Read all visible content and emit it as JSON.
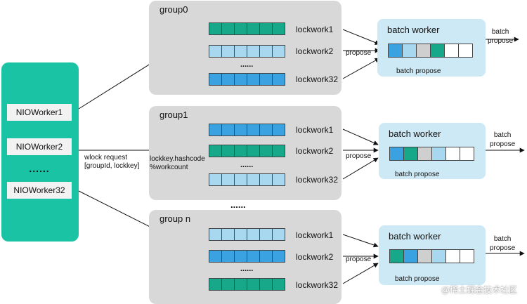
{
  "colors": {
    "teal": "#17a88a",
    "blue": "#3aa2e0",
    "lightblue": "#a8d8f0",
    "gray": "#cfcfcf",
    "white": "#ffffff",
    "panel_teal": "#19c3a4",
    "group_bg": "#d8d8d8",
    "worker_bg": "#cde9f5"
  },
  "nio": {
    "workers": [
      "NIOWorker1",
      "NIOWorker2",
      "NIOWorker32"
    ],
    "ellipsis": "......"
  },
  "request": {
    "line1": "wlock request",
    "line2": "[groupId, lockkey]"
  },
  "hash": {
    "line1": "lockkey.hashcode",
    "line2": "%workcount"
  },
  "between_groups": "......",
  "groups": [
    {
      "title": "group0",
      "rows": [
        {
          "label": "lockwork1",
          "color": "teal"
        },
        {
          "label": "lockwork2",
          "color": "lightblue"
        },
        {
          "label": "lockwork32",
          "color": "blue"
        }
      ],
      "ellipsis": "......",
      "worker": {
        "title": "batch worker",
        "cells": [
          "blue",
          "lightblue",
          "gray",
          "teal",
          "white",
          "white"
        ],
        "batch_label": "batch propose",
        "propose_label": "propose",
        "out_line1": "batch",
        "out_line2": "propose"
      }
    },
    {
      "title": "group1",
      "rows": [
        {
          "label": "lockwork1",
          "color": "blue"
        },
        {
          "label": "lockwork2",
          "color": "teal"
        },
        {
          "label": "lockwork32",
          "color": "lightblue"
        }
      ],
      "ellipsis": "......",
      "worker": {
        "title": "batch worker",
        "cells": [
          "blue",
          "teal",
          "gray",
          "lightblue",
          "white",
          "white"
        ],
        "batch_label": "batch propose",
        "propose_label": "propose",
        "out_line1": "batch",
        "out_line2": "propose"
      }
    },
    {
      "title": "group n",
      "rows": [
        {
          "label": "lockwork1",
          "color": "lightblue"
        },
        {
          "label": "lockwork2",
          "color": "blue"
        },
        {
          "label": "lockwork32",
          "color": "teal"
        }
      ],
      "ellipsis": "......",
      "worker": {
        "title": "batch worker",
        "cells": [
          "teal",
          "blue",
          "gray",
          "lightblue",
          "white",
          "white"
        ],
        "batch_label": "batch propose",
        "propose_label": "propose",
        "out_line1": "batch",
        "out_line2": "propose"
      }
    }
  ],
  "watermark": "@稀土掘金技术社区"
}
